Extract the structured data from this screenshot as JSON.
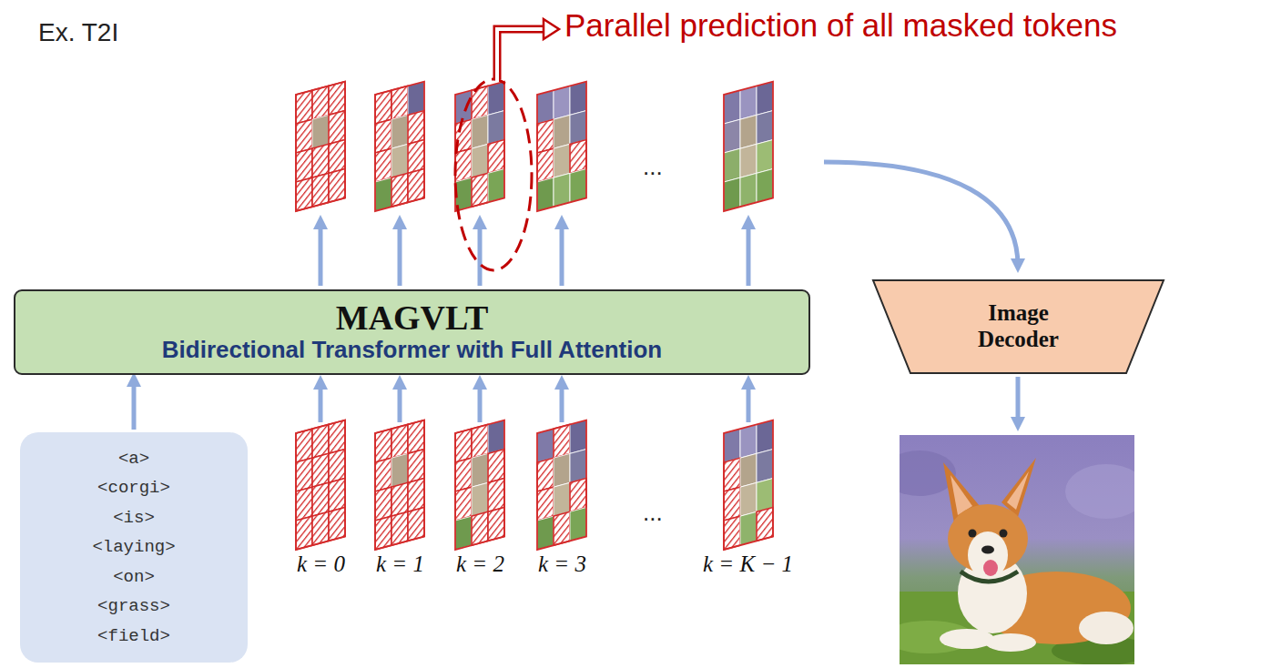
{
  "diagram": {
    "nodes": [
      {
        "text": [
          "MAGVLT",
          "Bidirectional Transformer with Full Attention"
        ]
      },
      {
        "text": [
          "<a> <corgi> <is> <laying> <on> <grass> <field>"
        ]
      },
      {
        "text": [
          "Image Decoder"
        ]
      }
    ],
    "edges": [
      {
        "from": 1,
        "to": 0,
        "arrow": "to"
      }
    ],
    "labels": [
      "Ex. T2I",
      "Parallel prediction of all masked tokens",
      "...",
      "...",
      "k = 0",
      "k = 1",
      "k = 2",
      "k = 3",
      "k = K − 1"
    ]
  }
}
